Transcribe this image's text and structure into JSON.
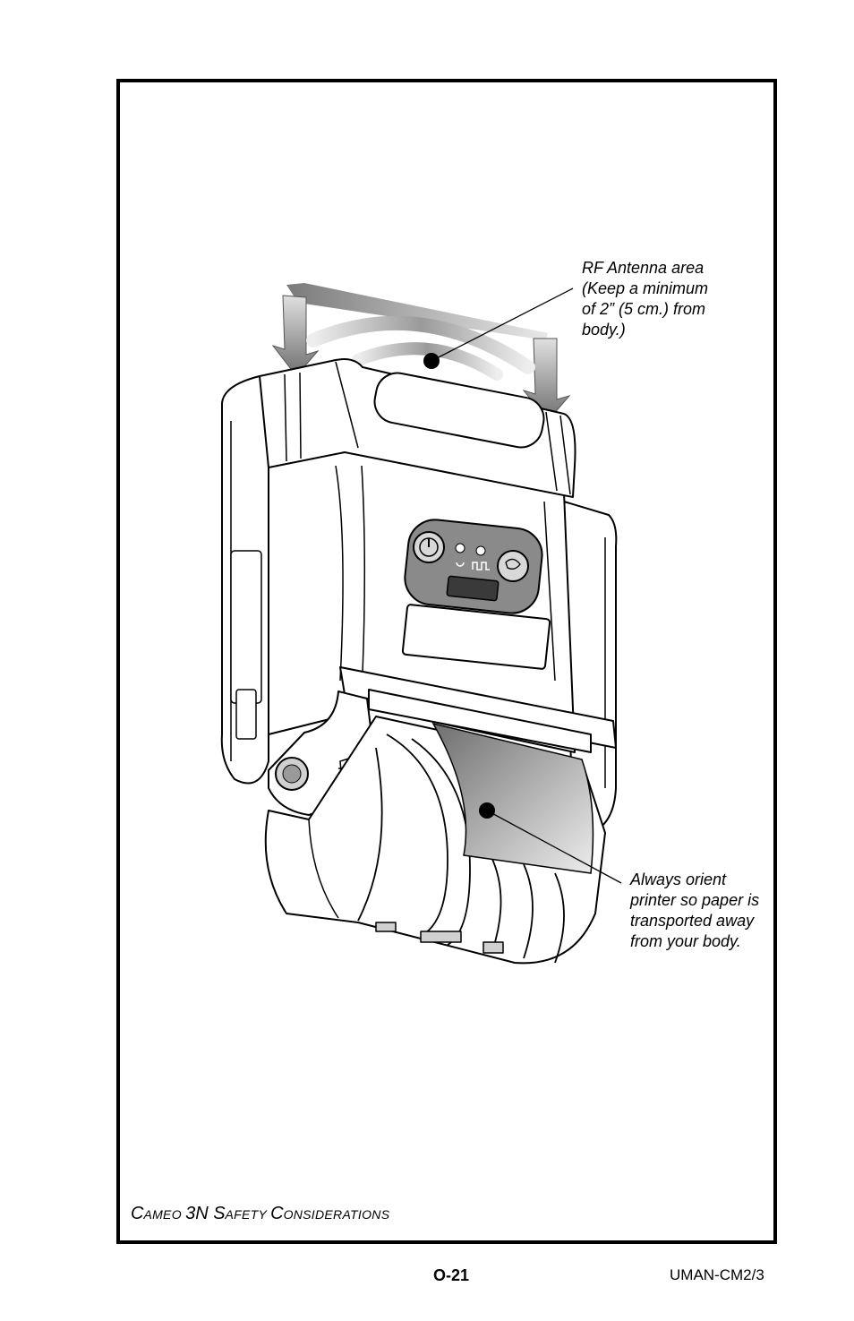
{
  "callouts": {
    "rf_antenna": "RF Antenna area\n(Keep a minimum\nof 2” (5 cm.) from\nbody.)",
    "orientation": "Always orient\nprinter so paper is\ntransported away\nfrom your body."
  },
  "caption": {
    "parts": [
      {
        "text": "C",
        "size": "big"
      },
      {
        "text": "AMEO ",
        "size": "sm"
      },
      {
        "text": "3N S",
        "size": "big"
      },
      {
        "text": "AFETY ",
        "size": "sm"
      },
      {
        "text": "C",
        "size": "big"
      },
      {
        "text": "ONSIDERATIONS",
        "size": "sm"
      }
    ]
  },
  "footer": {
    "page_number": "O-21",
    "doc_id": "UMAN-CM2/3"
  },
  "colors": {
    "line": "#000000",
    "panel": "#8a8a8a",
    "paper_light": "#e4e4e4",
    "paper_dark": "#7a7a7a"
  },
  "icons": [
    "power-button-icon",
    "led-indicator-icon",
    "paper-feed-icon",
    "feed-button-icon"
  ]
}
